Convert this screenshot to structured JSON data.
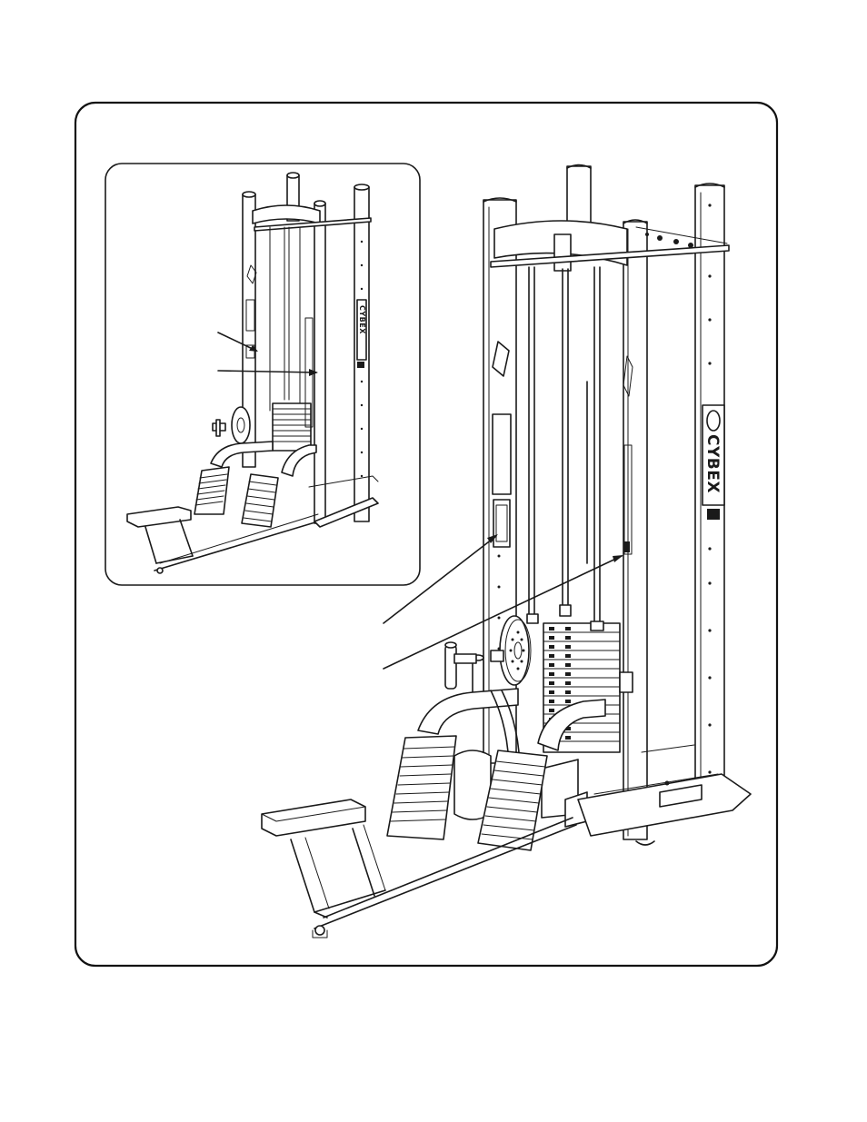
{
  "figure": {
    "brand_logo_text": "CYBEX",
    "callouts": {
      "inset_count": 2,
      "main_count": 2
    },
    "colors": {
      "line": "#1a1a1a",
      "background": "#ffffff"
    }
  }
}
